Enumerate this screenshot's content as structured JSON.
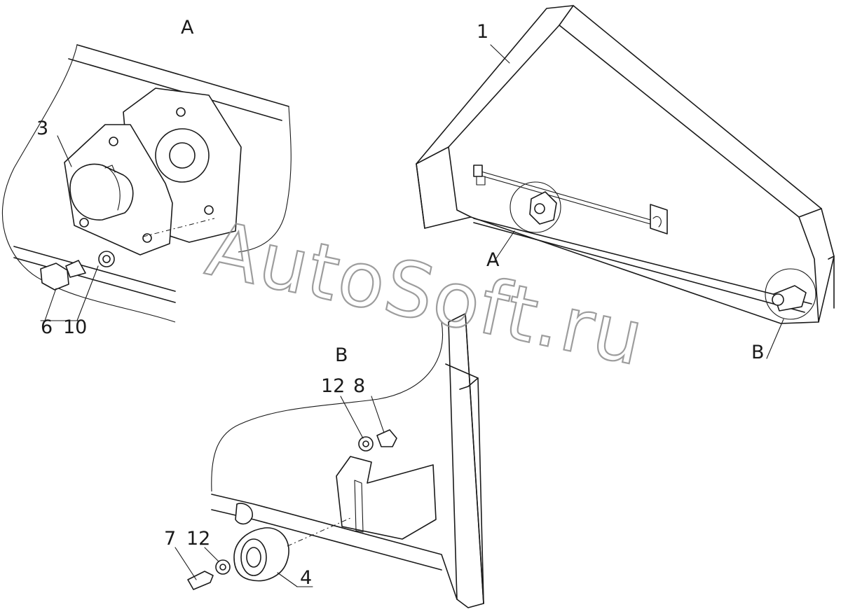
{
  "figure": {
    "watermark": "AutoSoft.ru",
    "view_labels": {
      "a_title": "A",
      "b_title": "B",
      "a_callout": "A",
      "b_callout": "B"
    },
    "part_numbers": {
      "p1": "1",
      "p3": "3",
      "p4": "4",
      "p6": "6",
      "p7": "7",
      "p8": "8",
      "p10": "10",
      "p12a": "12",
      "p12b": "12"
    }
  }
}
